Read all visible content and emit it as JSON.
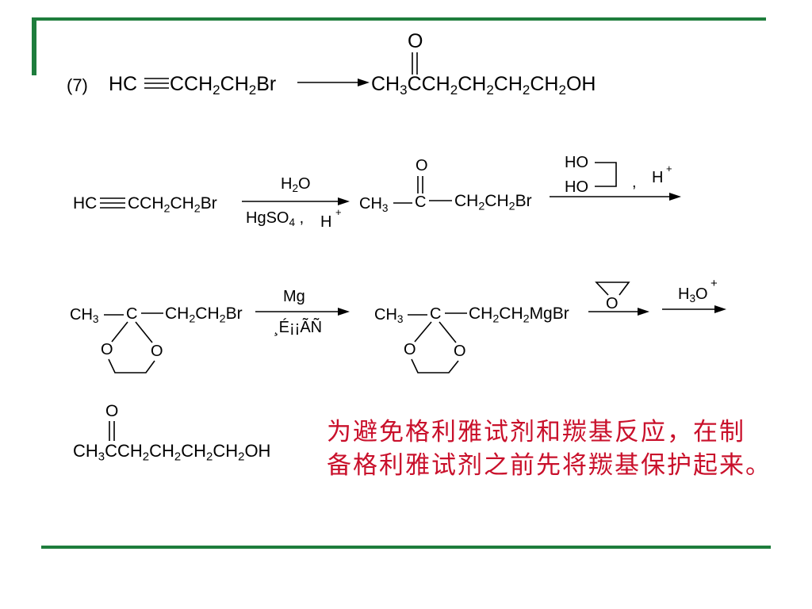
{
  "problem_label": "(7)",
  "target": {
    "reactant_left": "HC",
    "reactant_right": [
      [
        "CCH",
        "2"
      ],
      [
        "CH",
        "2"
      ],
      [
        "Br",
        ""
      ]
    ],
    "product_carbonyl_o": "O",
    "product": [
      [
        "CH",
        "3"
      ],
      [
        "CCH",
        "2"
      ],
      [
        "CH",
        "2"
      ],
      [
        "CH",
        "2"
      ],
      [
        "CH",
        "2"
      ],
      [
        "OH",
        ""
      ]
    ]
  },
  "step1": {
    "reactant_left": "HC",
    "reactant_right": [
      [
        "CCH",
        "2"
      ],
      [
        "CH",
        "2"
      ],
      [
        "Br",
        ""
      ]
    ],
    "reagent_top": [
      [
        "H",
        "2"
      ],
      [
        "O",
        ""
      ]
    ],
    "reagent_bottom": [
      [
        "HgSO",
        "4"
      ],
      [
        " ,",
        ""
      ]
    ],
    "reagent_bottom_acid": "H",
    "reagent_bottom_acid_charge": "+",
    "ketone_methyl": [
      [
        "CH",
        "3"
      ]
    ],
    "ketone_carbon": "C",
    "ketone_oxygen": "O",
    "ketone_chain": [
      [
        "CH",
        "2"
      ],
      [
        "CH",
        "2"
      ],
      [
        "Br",
        ""
      ]
    ]
  },
  "step2": {
    "diol_top": "HO",
    "diol_bottom": "HO",
    "separator": ",",
    "acid": "H",
    "acid_charge": "+"
  },
  "step3": {
    "acetal_methyl": [
      [
        "CH",
        "3"
      ]
    ],
    "acetal_carbon": "C",
    "acetal_chain": [
      [
        "CH",
        "2"
      ],
      [
        "CH",
        "2"
      ],
      [
        "Br",
        ""
      ]
    ],
    "ring_oxygen_left": "O",
    "ring_oxygen_right": "O",
    "reagent_top": "Mg",
    "reagent_bottom": "¸É¡¡ÃÑ"
  },
  "step4": {
    "grignard_methyl": [
      [
        "CH",
        "3"
      ]
    ],
    "grignard_carbon": "C",
    "grignard_chain": [
      [
        "CH",
        "2"
      ],
      [
        "CH",
        "2"
      ],
      [
        "MgBr",
        ""
      ]
    ],
    "ring_oxygen_left": "O",
    "ring_oxygen_right": "O",
    "epoxide_oxygen": "O",
    "hydrolysis_reagent": [
      [
        "H",
        "3"
      ],
      [
        "O",
        ""
      ]
    ],
    "hydrolysis_charge": "+"
  },
  "final_product": {
    "carbonyl_o": "O",
    "formula": [
      [
        "CH",
        "3"
      ],
      [
        "CCH",
        "2"
      ],
      [
        "CH",
        "2"
      ],
      [
        "CH",
        "2"
      ],
      [
        "CH",
        "2"
      ],
      [
        "OH",
        ""
      ]
    ]
  },
  "note": {
    "line1": "为避免格利雅试剂和羰基反应，在制",
    "line2": "备格利雅试剂之前先将羰基保护起来。"
  },
  "colors": {
    "frame": "#1e7d3c",
    "note": "#c9102b",
    "ink": "#000000"
  }
}
